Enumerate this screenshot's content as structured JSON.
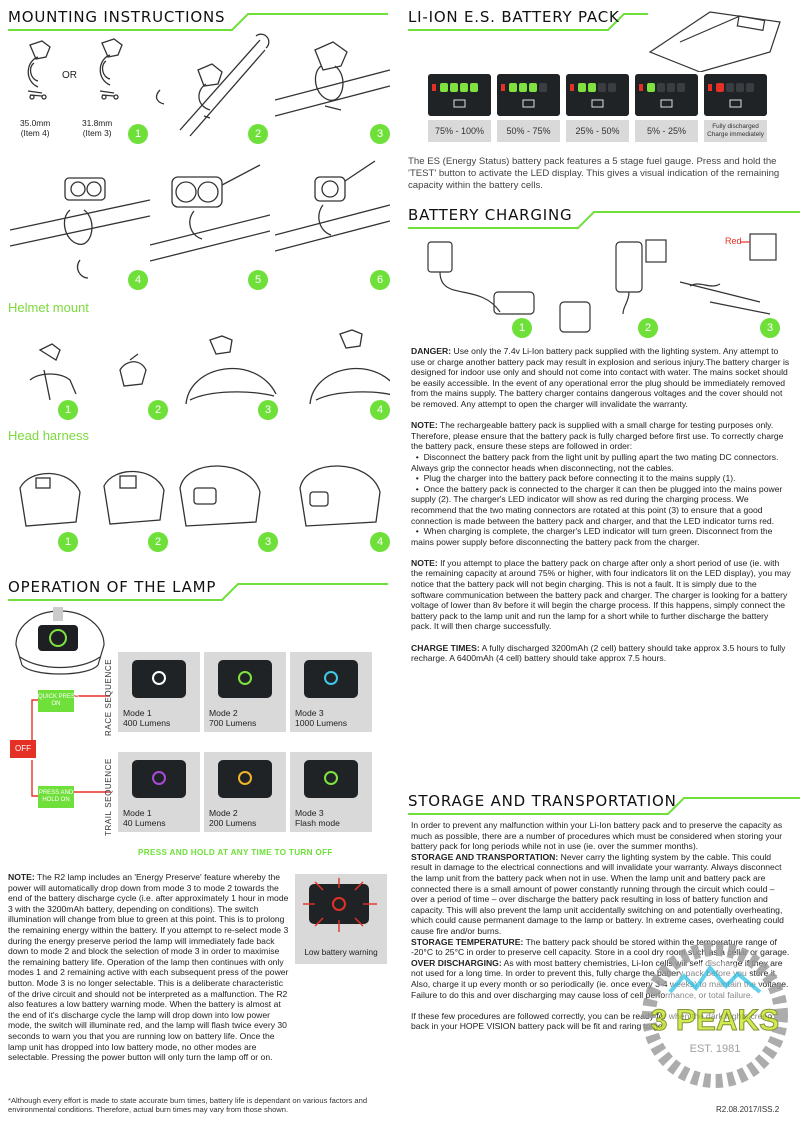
{
  "mounting": {
    "title": "MOUNTING INSTRUCTIONS",
    "or_label": "OR",
    "item4": "35.0mm\n(Item 4)",
    "item3": "31.8mm\n(Item 3)",
    "steps": [
      "1",
      "2",
      "3",
      "4",
      "5",
      "6"
    ],
    "helmet_title": "Helmet mount",
    "helmet_steps": [
      "1",
      "2",
      "3",
      "4"
    ],
    "head_title": "Head harness",
    "head_steps": [
      "1",
      "2",
      "3",
      "4"
    ]
  },
  "battery": {
    "title": "LI-ION E.S. BATTERY PACK",
    "gauges": [
      {
        "label": "75% - 100%",
        "lit": 4,
        "red": false
      },
      {
        "label": "50% - 75%",
        "lit": 3,
        "red": false
      },
      {
        "label": "25% - 50%",
        "lit": 2,
        "red": false
      },
      {
        "label": "5% - 25%",
        "lit": 1,
        "red": false
      },
      {
        "label": "Fully discharged\nCharge immediately",
        "lit": 0,
        "red": true
      }
    ],
    "text": "The ES (Energy Status) battery pack features a 5 stage fuel gauge. Press and hold the 'TEST' button to activate the LED display. This gives a visual indication of the remaining capacity within the battery cells."
  },
  "charging": {
    "title": "BATTERY CHARGING",
    "red_label": "Red",
    "steps": [
      "1",
      "2",
      "3"
    ],
    "danger_head": "DANGER:",
    "danger_text": " Use only the 7.4v Li-Ion battery pack supplied with the lighting system. Any attempt to use or charge another battery pack may result in explosion and serious injury.The battery charger is designed for indoor use only and should not come into contact with water. The mains socket should be easily accessible. In the event of any operational error the plug should be immediately removed from the mains supply. The battery charger contains dangerous voltages and the cover should not be removed. Any attempt to open the charger will invalidate the warranty.",
    "note1_head": "NOTE:",
    "note1_text": " The rechargeable battery pack is supplied with a small charge for testing purposes only. Therefore, please ensure that the battery pack is fully charged before first use. To correctly charge the battery pack, ensure these steps are followed in order:",
    "bullets": [
      "Disconnect the battery pack from the light unit by pulling apart the two mating DC connectors. Always grip the connector heads when disconnecting, not the cables.",
      "Plug the charger into the battery pack before connecting it to the mains supply (1).",
      "Once the battery pack is connected to the charger it can then be plugged into the mains power supply (2). The charger's LED indicator will show as red during the charging process. We recommend that the two mating connectors are rotated at this point (3) to ensure that a good connection is made between the battery pack and charger, and that the LED indicator turns red.",
      "When charging is complete, the charger's LED indicator will turn green. Disconnect from the mains power supply before disconnecting the battery pack from the charger."
    ],
    "note2_head": "NOTE:",
    "note2_text": " If you attempt to place the battery pack on charge after only a short period of use (ie. with the remaining capacity at around 75% or higher, with four indicators lit on the LED display), you may notice that the battery pack will not begin charging. This is not a fault. It is simply due to the software communication between the battery pack and charger. The charger is looking for a battery voltage of lower than 8v before it will begin the charge process. If this happens, simply connect the battery pack to the lamp unit and run the lamp for a short while to further discharge the battery pack. It will then charge successfully.",
    "times_head": "CHARGE TIMES:",
    "times_text": " A fully discharged 3200mAh (2 cell) battery should take approx 3.5 hours to fully recharge. A 6400mAh (4 cell) battery should take approx 7.5 hours."
  },
  "storage": {
    "title": "STORAGE AND TRANSPORTATION",
    "p1": "In order to prevent any malfunction within your Li-Ion battery pack and to preserve the capacity as much as possible, there are a number of procedures which must be considered when storing your battery pack for long periods while not in use (ie. over the summer months).",
    "st_head": "STORAGE AND TRANSPORTATION:",
    "st_text": " Never carry the lighting system by the cable. This could result in damage to the electrical connections and will invalidate your warranty. Always disconnect the lamp unit from the battery pack when not in use. When the  lamp unit and battery pack are connected there is a small amount of power constantly running through the circuit which could – over a period of time – over discharge the battery pack resulting in loss of battery function and capacity. This will also prevent the lamp unit accidentally switching on and potentially overheating, which could cause permanent damage to the lamp or battery. In extreme cases, overheating could cause fire and/or burns.",
    "temp_head": "STORAGE TEMPERATURE:",
    "temp_text": " The battery pack should be stored within the temperature range of -20°C to 25°C in order to preserve cell capacity. Store in a cool dry room such as a cellar or garage.",
    "od_head": "OVER DISCHARGING:",
    "od_text": " As with most battery chemistries, Li-Ion cells will self discharge if they are not used for a long time.  In order to prevent this, fully charge the battery pack before you store it. Also, charge it up every month or so periodically (ie. once every 3-4 weeks) to maintain the voltage. Failure to do this and over discharging may cause loss of cell performance, or total failure.",
    "p_last": "If these few procedures are followed correctly, you can be ready for when the dark nights creep back in your HOPE VISION battery pack will be fit and raring to go!",
    "logo_text": "3 PEAKS",
    "logo_sub": "EST. 1981"
  },
  "operation": {
    "title": "OPERATION OF THE LAMP",
    "quick_press": "QUICK PRESS\nON",
    "press_hold_on": "PRESS AND\nHOLD ON",
    "off_label": "OFF",
    "race_label": "RACE SEQUENCE",
    "trail_label": "TRAIL SEQUENCE",
    "race_modes": [
      {
        "name": "Mode 1",
        "value": "400 Lumens",
        "color": "#ffffff"
      },
      {
        "name": "Mode 2",
        "value": "700 Lumens",
        "color": "#7fe23f"
      },
      {
        "name": "Mode 3",
        "value": "1000 Lumens",
        "color": "#3fc8e8"
      }
    ],
    "trail_modes": [
      {
        "name": "Mode 1",
        "value": "40 Lumens",
        "color": "#a84ad8"
      },
      {
        "name": "Mode 2",
        "value": "200 Lumens",
        "color": "#f0b42a"
      },
      {
        "name": "Mode 3",
        "value": "Flash mode",
        "color": "#7fe23f"
      }
    ],
    "hold_off": "PRESS AND HOLD AT ANY TIME TO TURN OFF",
    "note_head": "NOTE:",
    "note_text": " The R2 lamp includes an 'Energy Preserve' feature whereby the power will automatically drop down from mode 3 to mode 2 towards the end of the battery discharge cycle (i.e. after approximately 1 hour in mode 3 with the 3200mAh battery, depending on conditions). The switch illumination will change from blue to green at this point. This is to prolong the remaining energy within the battery. If you attempt to re-select mode 3 during the energy preserve period the lamp will immediately fade back down to mode 2 and block the selection of mode 3 in order to maximise the remaining battery life. Operation of the lamp then continues with only modes 1 and 2 remaining active with each subsequent press of the power button. Mode 3 is no longer selectable. This is a deliberate characteristic of the drive circuit and should not be interpreted as a malfunction. The R2 also features a low battery warning mode. When the battery is almost at the end of it's discharge cycle the lamp will drop down into low power mode, the switch will illuminate red, and the lamp will flash twice every 30 seconds to warn you that you are running low on battery life. Once the lamp unit has dropped into low battery mode, no other modes are selectable. Pressing the power button will only turn the lamp off or on.",
    "low_battery": "Low battery warning",
    "footnote": "*Although every effort is made to state accurate burn times, battery life is dependant on various factors and environmental conditions. Therefore, actual burn times may vary from those shown."
  },
  "doc_ref": "R2.08.2017/ISS.2"
}
